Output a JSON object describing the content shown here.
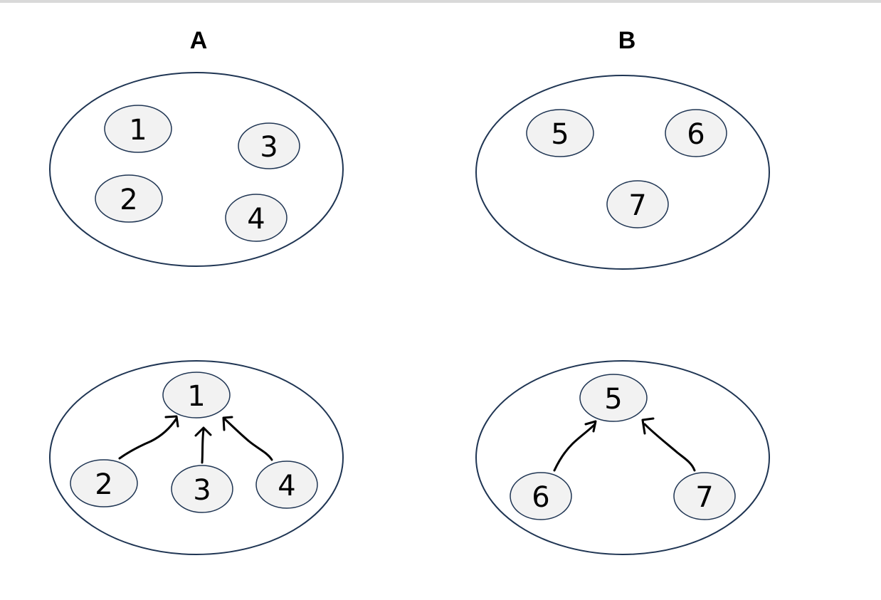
{
  "titles": {
    "left": "A",
    "right": "B"
  },
  "colors": {
    "outline": "#1f3553",
    "node_fill": "#f2f2f2",
    "arrow": "#000000"
  },
  "top_left": {
    "nodes": [
      "1",
      "2",
      "3",
      "4"
    ]
  },
  "top_right": {
    "nodes": [
      "5",
      "6",
      "7"
    ]
  },
  "bottom_left": {
    "root": "1",
    "children": [
      "2",
      "3",
      "4"
    ],
    "edges": [
      [
        "2",
        "1"
      ],
      [
        "3",
        "1"
      ],
      [
        "4",
        "1"
      ]
    ]
  },
  "bottom_right": {
    "root": "5",
    "children": [
      "6",
      "7"
    ],
    "edges": [
      [
        "6",
        "5"
      ],
      [
        "7",
        "5"
      ]
    ]
  }
}
